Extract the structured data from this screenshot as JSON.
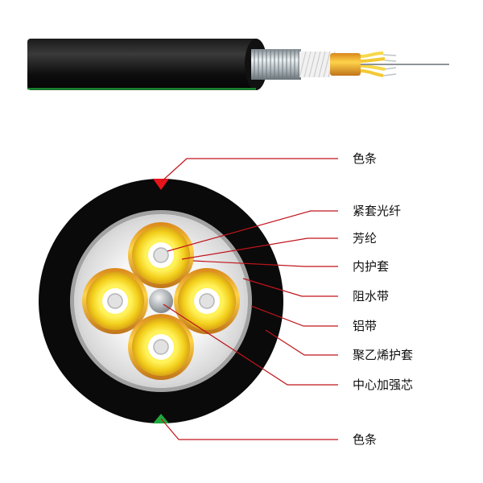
{
  "labels": {
    "color_stripe_top": "色条",
    "tight_buffer_fiber": "紧套光纤",
    "aramid_yarn": "芳纶",
    "inner_sheath": "内护套",
    "water_blocking_tape": "阻水带",
    "aluminum_tape": "铝带",
    "pe_sheath": "聚乙烯护套",
    "central_strength_member": "中心加强芯",
    "color_stripe_bottom": "色条"
  },
  "colors": {
    "outer_sheath": "#0a0a0a",
    "stripe_top": "#e8141c",
    "stripe_bottom": "#1ea83c",
    "leader_line": "#c0141c",
    "aluminum_tape": "#9a9a9a",
    "water_blocking_tape": "#dcdcdc",
    "inner_fill": "#efefef",
    "fiber_yellow": "#f3d320",
    "aramid": "#e8a91e",
    "strength_member": "#9ea1a4"
  }
}
